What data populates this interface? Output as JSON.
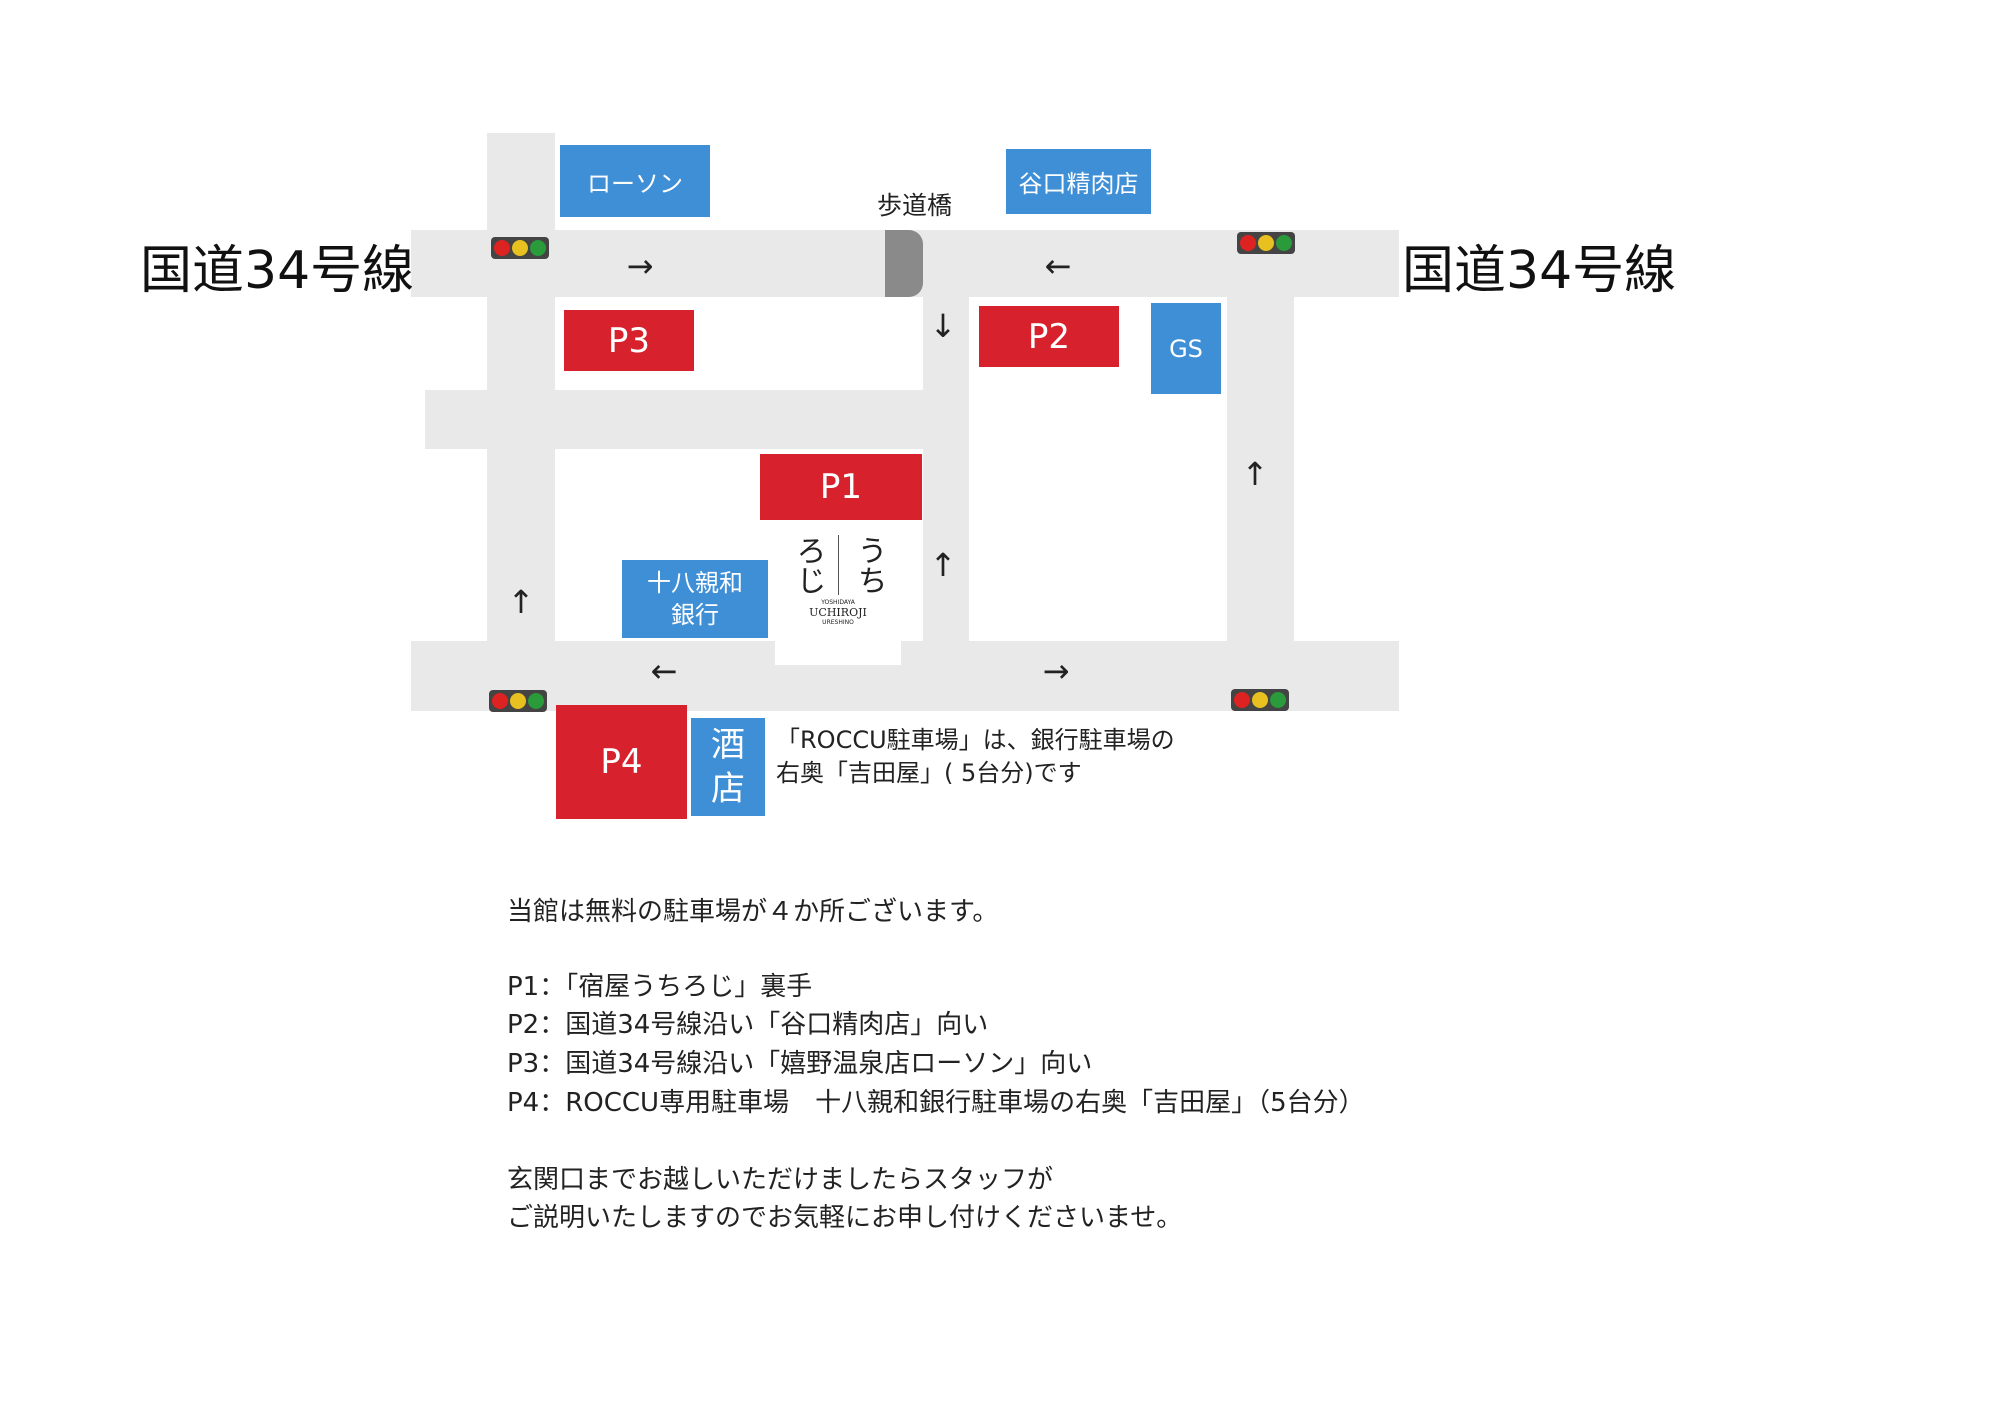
{
  "map": {
    "road_name_left": "国道34号線",
    "road_name_right": "国道34号線",
    "footbridge_label": "歩道橋",
    "landmarks": {
      "lawson": "ローソン",
      "taniguchi": "谷口精肉店",
      "gs": "GS",
      "bank_line1": "十八親和",
      "bank_line2": "銀行",
      "liquor_line1": "酒",
      "liquor_line2": "店"
    },
    "parking": {
      "p1": "P1",
      "p2": "P2",
      "p3": "P3",
      "p4": "P4"
    },
    "logo": {
      "kana_right": "うち",
      "kana_left": "ろじ",
      "sub1": "YOSHIDAYA",
      "sub2": "UCHIROJI",
      "sub3": "URESHINO"
    },
    "note_line1": "「ROCCU駐車場」は、銀行駐車場の",
    "note_line2": "右奥「吉田屋」( 5台分)です",
    "arrows": {
      "right": "→",
      "left": "←",
      "up": "↑",
      "down": "↓"
    },
    "colors": {
      "parking": "#d7222d",
      "landmark": "#3f8fd6",
      "road": "#e9e9e9",
      "footbridge": "#8a8a8a"
    }
  },
  "text": {
    "intro": "当館は無料の駐車場が４か所ございます。",
    "p1": "P1：「宿屋うちろじ」裏手",
    "p2": "P2：国道34号線沿い「谷口精肉店」向い",
    "p3": "P3：国道34号線沿い「嬉野温泉店ローソン」向い",
    "p4": "P4：ROCCU専用駐車場　十八親和銀行駐車場の右奥「吉田屋」（5台分）",
    "closing1": "玄関口までお越しいただけましたらスタッフが",
    "closing2": "ご説明いたしますのでお気軽にお申し付けくださいませ。"
  }
}
